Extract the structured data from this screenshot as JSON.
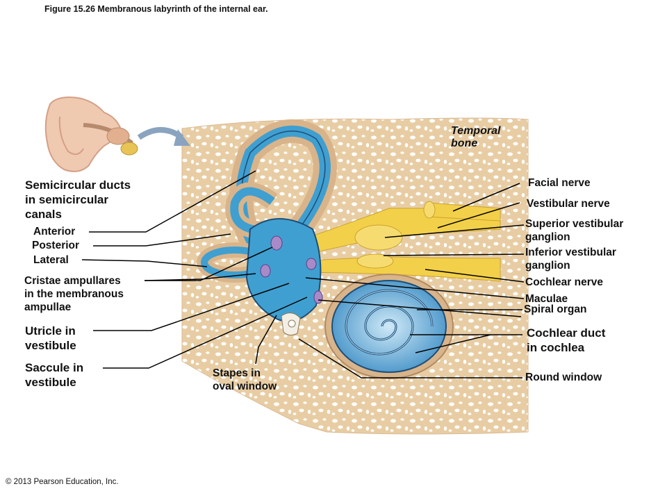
{
  "figure_caption": "Figure 15.26  Membranous labyrinth of the internal ear.",
  "copyright": "© 2013 Pearson Education, Inc.",
  "labels": {
    "temporal_bone": [
      "Temporal",
      "bone"
    ],
    "semicircular_ducts": [
      "Semicircular ducts",
      "in semicircular",
      "canals"
    ],
    "anterior": "Anterior",
    "posterior": "Posterior",
    "lateral": "Lateral",
    "cristae_ampullares": [
      "Cristae ampullares",
      "in the membranous",
      "ampullae"
    ],
    "utricle": [
      "Utricle in",
      "vestibule"
    ],
    "saccule": [
      "Saccule in",
      "vestibule"
    ],
    "stapes": [
      "Stapes in",
      "oval window"
    ],
    "facial_nerve": "Facial nerve",
    "vestibular_nerve": "Vestibular nerve",
    "superior_vestibular_ganglion": [
      "Superior vestibular",
      "ganglion"
    ],
    "inferior_vestibular_ganglion": [
      "Inferior vestibular",
      "ganglion"
    ],
    "cochlear_nerve": "Cochlear nerve",
    "maculae": "Maculae",
    "spiral_organ": "Spiral organ",
    "cochlear_duct": [
      "Cochlear duct",
      "in cochlea"
    ],
    "round_window": "Round window"
  },
  "colors": {
    "bone": "#e8cda4",
    "bone_pore": "#ffffff",
    "labyrinth_blue": "#3f9fd0",
    "labyrinth_outline": "#1d4e78",
    "membrane_tan": "#d9b48a",
    "nerve_yellow": "#f3d04a",
    "leader_line": "#000000",
    "arrow_gray": "#8aa4bf",
    "ear_skin": "#efc9b0"
  },
  "icons": {
    "ear_thumbnail": "outer-ear-icon",
    "pointer_arrow": "curved-arrow-icon"
  }
}
